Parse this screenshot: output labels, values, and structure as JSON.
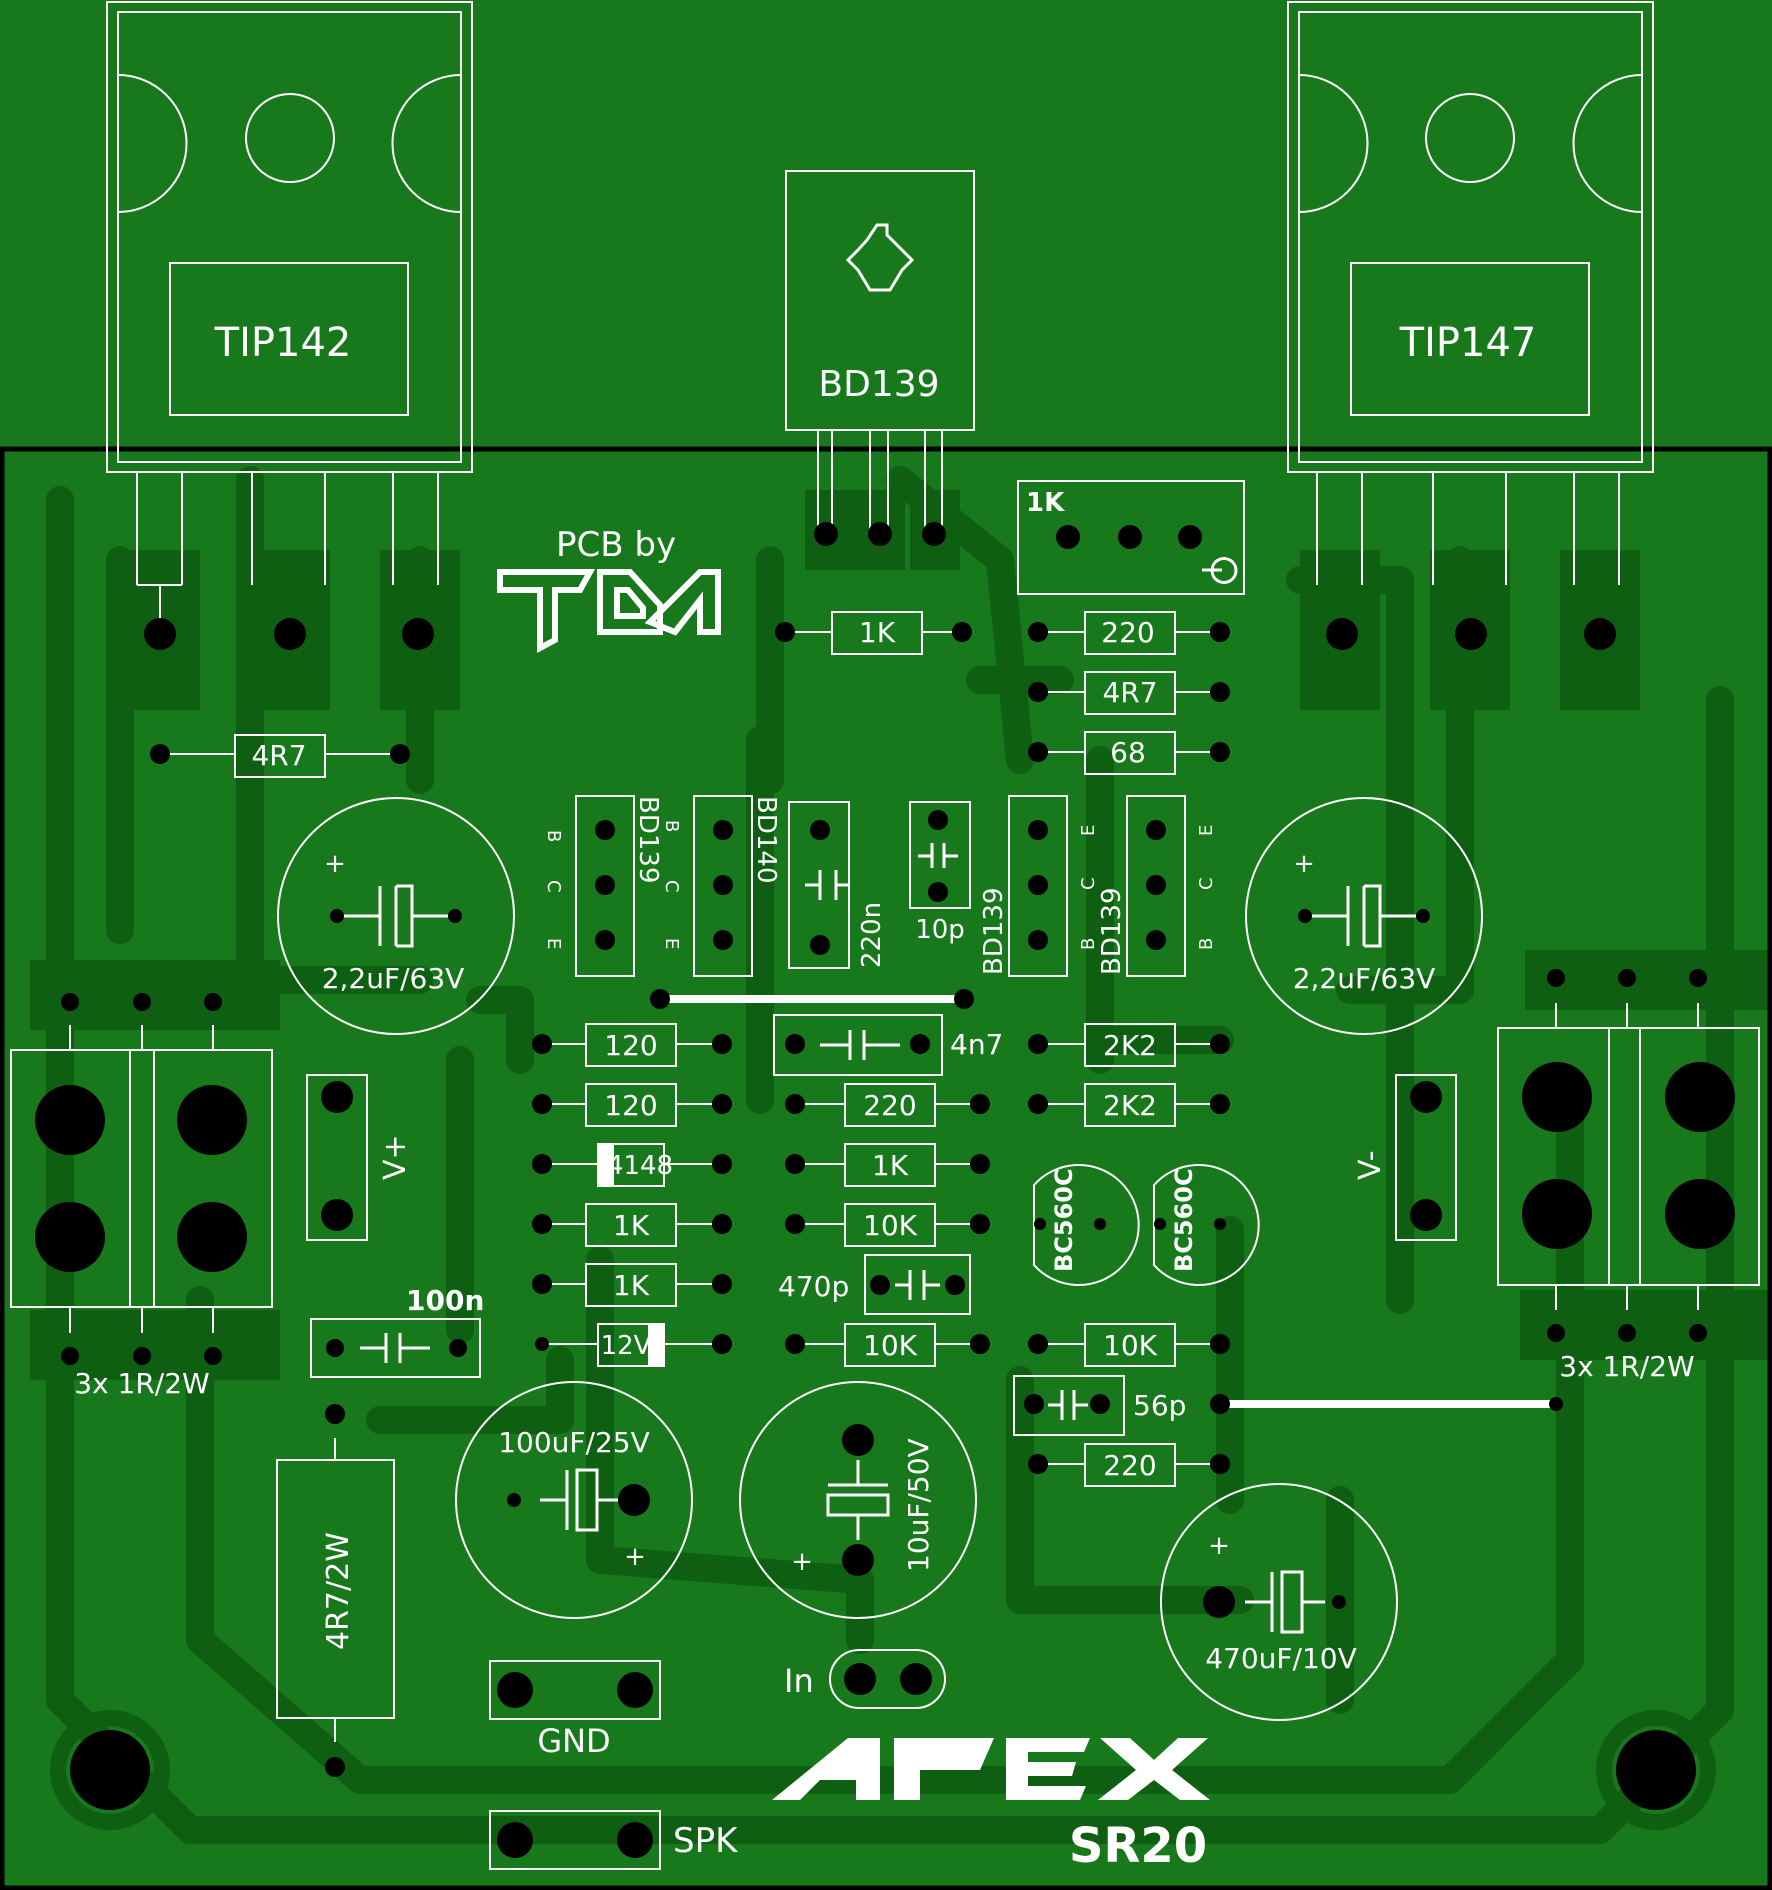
{
  "colors": {
    "board": "#17781c",
    "copper": "#0e5f12",
    "silk": "#ffffff",
    "pad": "#000000",
    "edge": "#000000"
  },
  "board": {
    "credit_line": "PCB by",
    "credit_logo": "TDA",
    "brand": "APEX",
    "model": "SR20"
  },
  "labels": {
    "tip142": "TIP142",
    "tip147": "TIP147",
    "bd139_top": "BD139",
    "trim_1k": "1K",
    "r_1k_top": "1K",
    "r_220_a": "220",
    "r_4r7_a": "4R7",
    "r_68": "68",
    "r_4r7_b": "4R7",
    "q_bd139_left": "BD139",
    "q_bd140": "BD140",
    "c_220n": "220n",
    "c_10p": "10p",
    "q_bd139_r1": "BD139",
    "q_bd139_r2": "BD139",
    "pin_b": "B",
    "pin_c": "C",
    "pin_e": "E",
    "cap_left": "2,2uF/63V",
    "cap_right": "2,2uF/63V",
    "r_120_a": "120",
    "r_120_b": "120",
    "d_4148": "4148",
    "r_1k_a": "1K",
    "r_1k_b": "1K",
    "d_12v": "12V",
    "c_4n7": "4n7",
    "r_220_b": "220",
    "r_1k_c": "1K",
    "r_10k_a": "10K",
    "c_470p": "470p",
    "r_10k_b": "10K",
    "r_2k2_a": "2K2",
    "r_2k2_b": "2K2",
    "q_bc560_a": "BC560C",
    "q_bc560_b": "BC560C",
    "r_10k_c": "10K",
    "c_56p": "56p",
    "r_220_c": "220",
    "vplus": "V+",
    "vminus": "V-",
    "c_100n": "100n",
    "r_3x_left": "3x 1R/2W",
    "r_3x_right": "3x 1R/2W",
    "c_100uf": "100uF/25V",
    "c_10uf": "10uF/50V",
    "c_470uf": "470uF/10V",
    "r_4r7_2w": "4R7/2W",
    "gnd": "GND",
    "in": "In",
    "spk": "SPK",
    "plus": "+"
  }
}
